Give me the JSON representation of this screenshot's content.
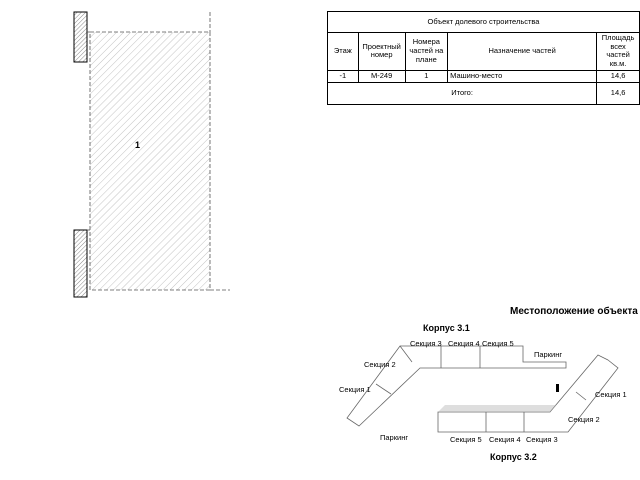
{
  "plan": {
    "unit_number": "1"
  },
  "table": {
    "title": "Объект долевого строительства",
    "headers": {
      "floor": "Этаж",
      "project_number": "Проектный номер",
      "part_numbers": "Номера частей на плане",
      "purpose": "Назначение частей",
      "area": "Площадь всех частей кв.м."
    },
    "rows": [
      {
        "floor": "-1",
        "project_number": "М-249",
        "part_number": "1",
        "purpose": "Машино-место",
        "area": "14,6"
      }
    ],
    "total_label": "Итого:",
    "total_value": "14,6"
  },
  "location": {
    "title": "Местоположение объекта",
    "building_31": "Корпус 3.1",
    "building_32": "Корпус 3.2",
    "sections_31": [
      "Секция 1",
      "Секция 2",
      "Секция 3",
      "Секция 4",
      "Секция 5"
    ],
    "sections_32": [
      "Секция 1",
      "Секция 2",
      "Секция 3",
      "Секция 4",
      "Секция 5"
    ],
    "parking": "Паркинг"
  }
}
